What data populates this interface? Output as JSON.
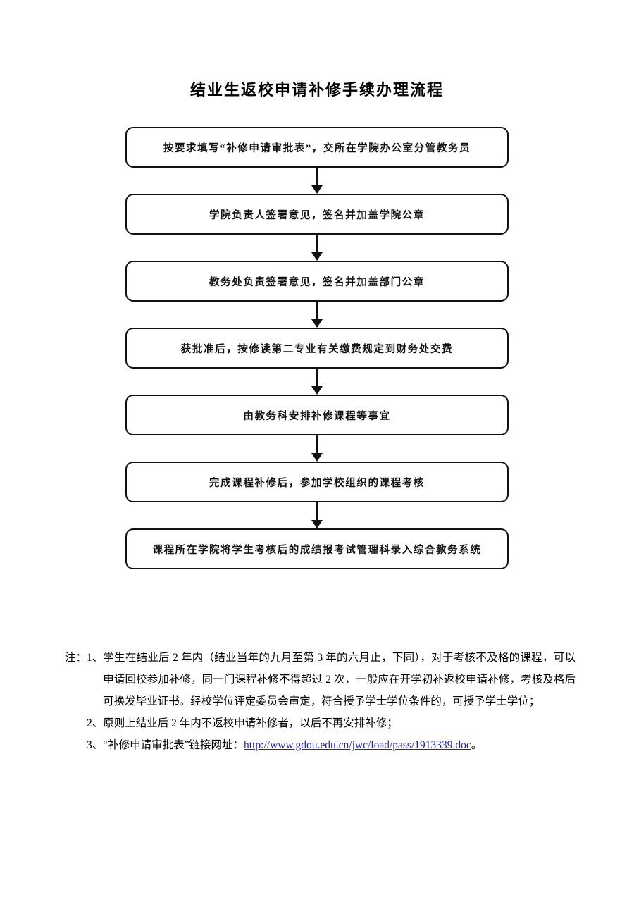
{
  "document": {
    "title": "结业生返校申请补修手续办理流程"
  },
  "flowchart": {
    "steps": [
      {
        "label": "按要求填写“补修申请审批表”，交所在学院办公室分管教务员"
      },
      {
        "label": "学院负责人签署意见，签名并加盖学院公章"
      },
      {
        "label": "教务处负责签署意见，签名并加盖部门公章"
      },
      {
        "label": "获批准后，按修读第二专业有关缴费规定到财务处交费"
      },
      {
        "label": "由教务科安排补修课程等事宜"
      },
      {
        "label": "完成课程补修后，参加学校组织的课程考核"
      },
      {
        "label": "课程所在学院将学生考核后的成绩报考试管理科录入综合教务系统"
      }
    ]
  },
  "notes": {
    "prefix": "注：",
    "items": [
      {
        "marker": "1、",
        "text": "学生在结业后 2 年内（结业当年的九月至第 3 年的六月止，下同），对于考核不及格的课程，可以申请回校参加补修，同一门课程补修不得超过 2 次，一般应在开学初补返校申请补修，考核及格后可换发毕业证书。经校学位评定委员会审定，符合授予学士学位条件的，可授予学士学位；"
      },
      {
        "marker": "2、",
        "text": "原则上结业后 2 年内不返校申请补修者，以后不再安排补修；"
      },
      {
        "marker": "3、",
        "text_before_link": "“补修申请审批表”链接网址：",
        "link_text": "http://www.gdou.edu.cn/jwc/load/pass/1913339.doc",
        "text_after_link": "。"
      }
    ]
  },
  "colors": {
    "page_background": "#ffffff",
    "ink": "#000000",
    "box_border": "#111111",
    "link": "#2020c0"
  }
}
